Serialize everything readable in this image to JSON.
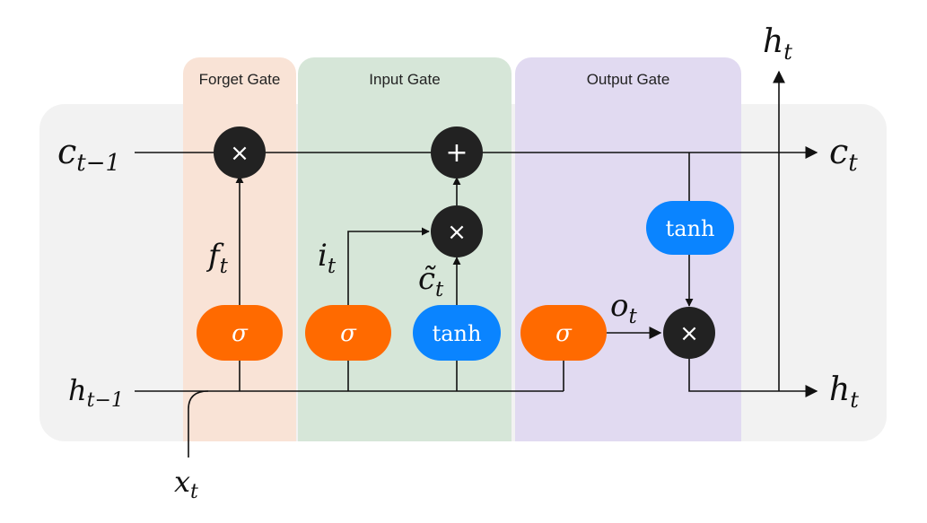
{
  "gates": {
    "forget": {
      "title": "Forget Gate",
      "color": "#f9e3d6"
    },
    "input": {
      "title": "Input Gate",
      "color": "#d6e6d8"
    },
    "output": {
      "title": "Output Gate",
      "color": "#e1daf1"
    }
  },
  "cell_background_color": "#f2f2f2",
  "colors": {
    "sigma": "#ff6a00",
    "tanh": "#0a84ff",
    "operator": "#222222"
  },
  "activations": {
    "sigma_symbol": "σ",
    "tanh_label": "tanh"
  },
  "operators": {
    "multiply_symbol": "×",
    "add_symbol": "+"
  },
  "labels": {
    "c_prev": {
      "base": "c",
      "sub": "t−1"
    },
    "h_prev": {
      "base": "h",
      "sub": "t−1"
    },
    "x_t": {
      "base": "x",
      "sub": "t"
    },
    "c_t": {
      "base": "c",
      "sub": "t"
    },
    "h_t_right": {
      "base": "h",
      "sub": "t"
    },
    "h_t_top": {
      "base": "h",
      "sub": "t"
    },
    "f_t": {
      "base": "f",
      "sub": "t"
    },
    "i_t": {
      "base": "i",
      "sub": "t"
    },
    "c_tilde": {
      "base": "c̃",
      "sub": "t"
    },
    "o_t": {
      "base": "o",
      "sub": "t"
    }
  }
}
